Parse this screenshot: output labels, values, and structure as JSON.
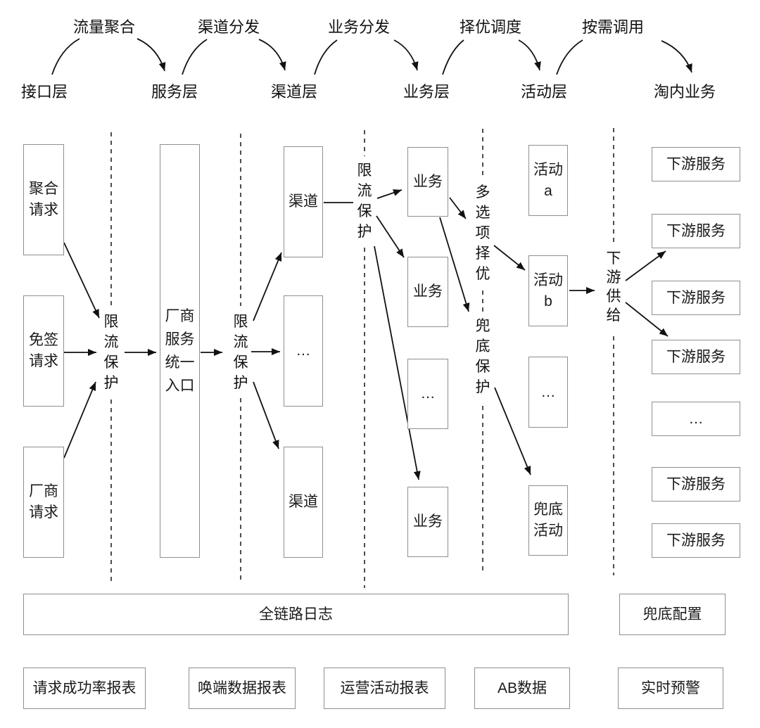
{
  "flow_header": {
    "layers": [
      "接口层",
      "服务层",
      "渠道层",
      "业务层",
      "活动层",
      "淘内业务"
    ],
    "edges": [
      "流量聚合",
      "渠道分发",
      "业务分发",
      "择优调度",
      "按需调用"
    ]
  },
  "interface_layer": {
    "boxes": [
      "聚合\n请求",
      "免签\n请求",
      "厂商\n请求"
    ]
  },
  "service_layer": {
    "entry_box": "厂商\n服务\n统一\n入口"
  },
  "channel_layer": {
    "boxes": [
      "渠道",
      "…",
      "渠道"
    ]
  },
  "business_layer": {
    "boxes": [
      "业务",
      "业务",
      "…",
      "业务"
    ]
  },
  "activity_layer": {
    "boxes": [
      "活动\na",
      "活动\nb",
      "…",
      "兜底\n活动"
    ]
  },
  "taobao_layer": {
    "boxes": [
      "下游服务",
      "下游服务",
      "下游服务",
      "下游服务",
      "…",
      "下游服务",
      "下游服务"
    ]
  },
  "gates": {
    "rate_limit_1": "限流保护",
    "rate_limit_2": "限流保护",
    "rate_limit_3": "限流保护",
    "multi_choice": "多选项择优",
    "fallback_protect": "兜底保护",
    "downstream_supply": "下游供给"
  },
  "footer": {
    "full_link_log": "全链路日志",
    "fallback_config": "兜底配置",
    "reports": [
      "请求成功率报表",
      "唤端数据报表",
      "运营活动报表",
      "AB数据",
      "实时预警"
    ]
  },
  "colors": {
    "line": "#111111",
    "box_border": "#8f8f8f",
    "text": "#1a1a1a",
    "background": "#ffffff"
  }
}
